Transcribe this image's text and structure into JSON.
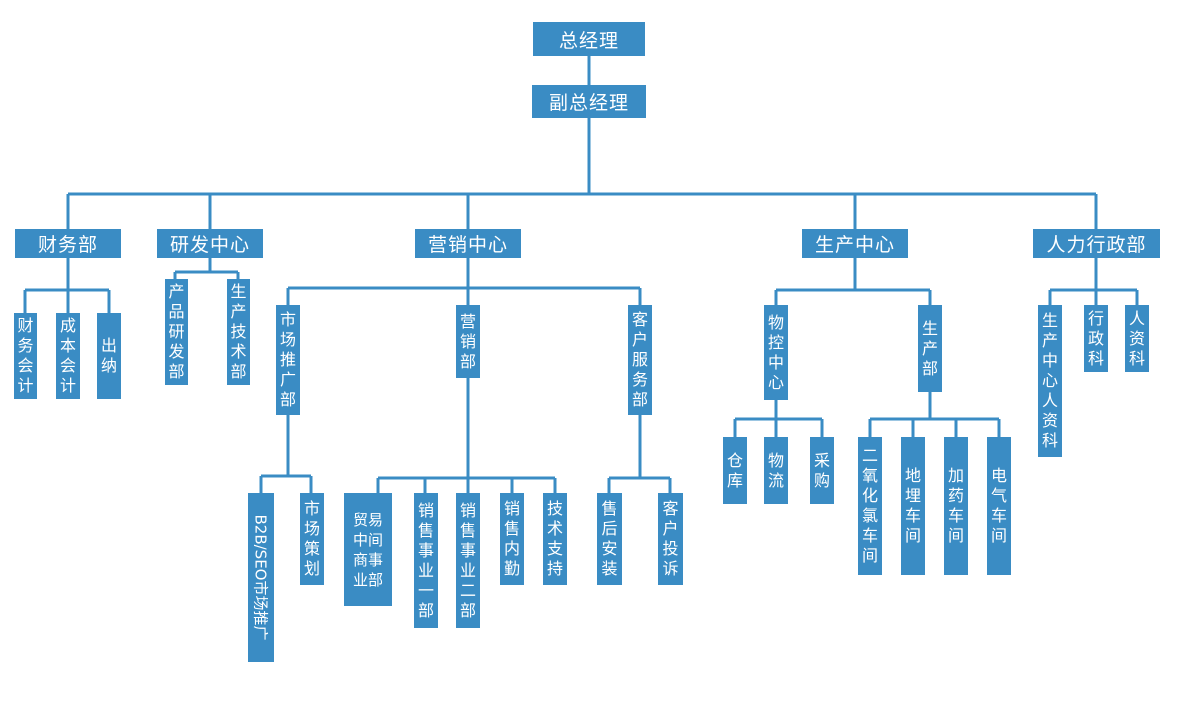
{
  "nodes": {
    "gm": "总经理",
    "dgm": "副总经理",
    "finance": "财务部",
    "rd": "研发中心",
    "marketing": "营销中心",
    "production": "生产中心",
    "hr": "人力行政部",
    "fin_accounting": "财务会计",
    "cost_accounting": "成本会计",
    "cashier": "出纳",
    "product_rd": "产品研发部",
    "production_tech": "生产技术部",
    "market_promo": "市场推广部",
    "sales_dept": "营销部",
    "customer_service": "客户服务部",
    "seo": "B2B/SEO市场推广",
    "market_plan": "市场策划",
    "trade_broker": "贸易中间商事业部",
    "sales_one": "销售事业一部",
    "sales_two": "销售事业二部",
    "sales_internal": "销售内勤",
    "tech_support": "技术支持",
    "after_sales": "售后安装",
    "complaints": "客户投诉",
    "material_control": "物控中心",
    "production_dept": "生产部",
    "warehouse": "仓库",
    "logistics": "物流",
    "purchasing": "采购",
    "chlorine_workshop": "二氧化氯车间",
    "burial_workshop": "地埋车间",
    "dosing_workshop": "加药车间",
    "electric_workshop": "电气车间",
    "prod_hr": "生产中心人资科",
    "admin": "行政科",
    "hr_section": "人资科"
  },
  "colors": {
    "box": "#3a8cc4",
    "line": "#3a8cc4",
    "text": "#ffffff"
  }
}
